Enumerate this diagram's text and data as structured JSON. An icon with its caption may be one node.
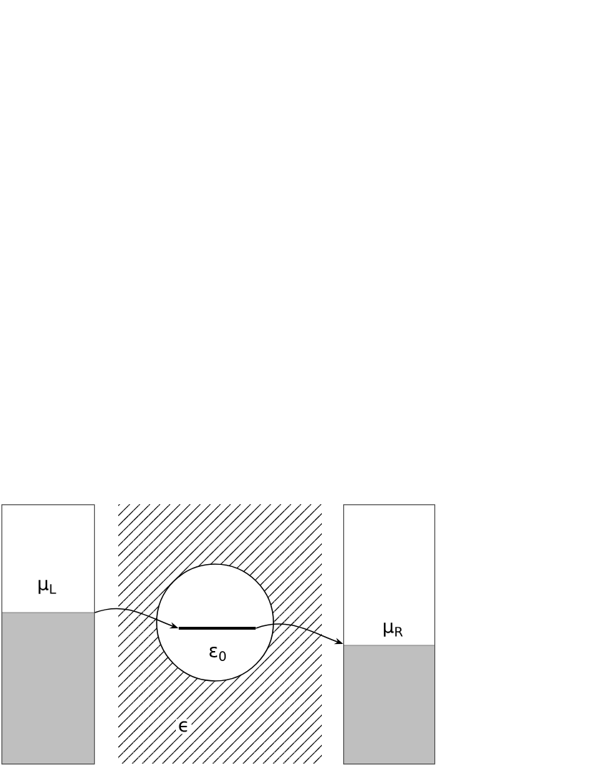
{
  "diagram": {
    "nodes": [
      {
        "text": [
          "μ$_{L}$"
        ]
      },
      {
        "text": [
          "ε$_{0}$"
        ]
      },
      {
        "text": [],
        "shape": "bar",
        "in": 1
      },
      {
        "text": [
          "μ$_{R}$"
        ]
      }
    ],
    "edges": [
      {
        "from": 0,
        "to": 2,
        "arrow": "to"
      },
      {
        "from": 2,
        "to": 3,
        "arrow": "to"
      }
    ],
    "labels": [
      "ϵ"
    ]
  }
}
